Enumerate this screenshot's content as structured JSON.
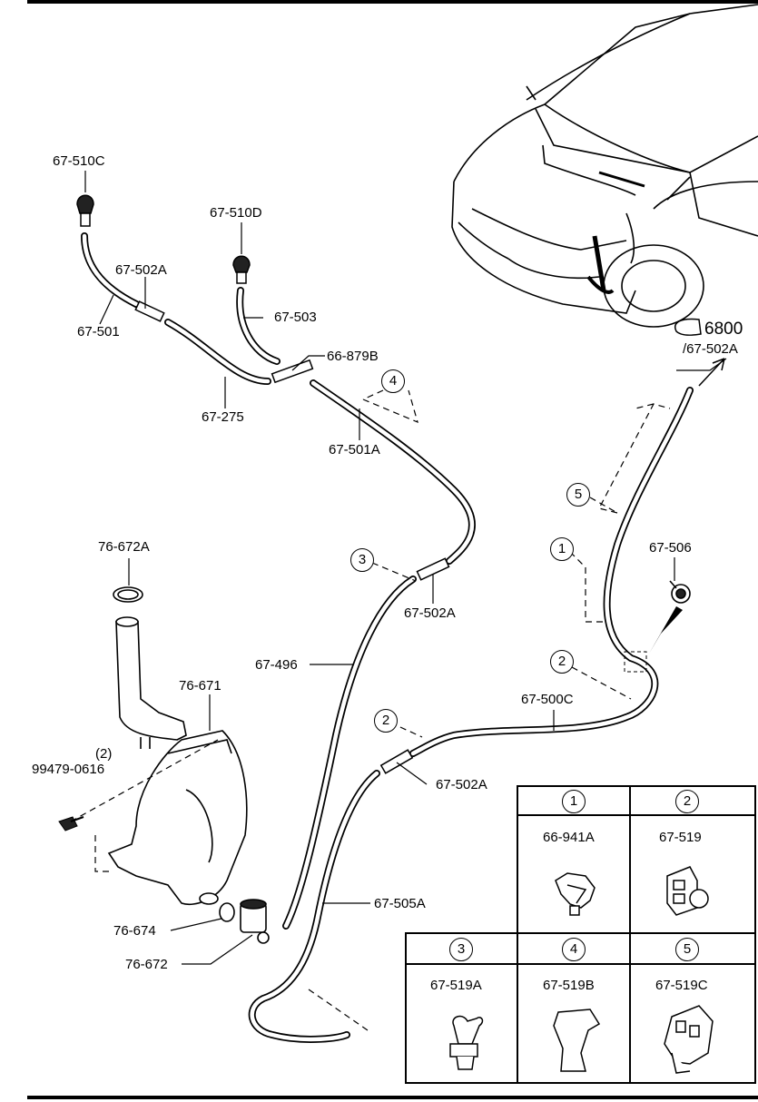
{
  "labels": {
    "p510c": "67-510C",
    "p510d": "67-510D",
    "p502a_1": "67-502A",
    "p501": "67-501",
    "p503": "67-503",
    "p879b": "66-879B",
    "p275": "67-275",
    "p501a": "67-501A",
    "p6800": "6800",
    "p502a_ref": "/67-502A",
    "p672a": "76-672A",
    "p506": "67-506",
    "p502a_2": "67-502A",
    "p496": "67-496",
    "p671": "76-671",
    "p500c": "67-500C",
    "p2qty": "(2)",
    "p99479": "99479-0616",
    "p502a_3": "67-502A",
    "p505a": "67-505A",
    "p674": "76-674",
    "p672": "76-672"
  },
  "callouts": {
    "c1": "1",
    "c2a": "2",
    "c2b": "2",
    "c3": "3",
    "c4": "4",
    "c5": "5"
  },
  "legend": {
    "cells": [
      {
        "num": "1",
        "part": "66-941A"
      },
      {
        "num": "2",
        "part": "67-519"
      },
      {
        "num": "3",
        "part": "67-519A"
      },
      {
        "num": "4",
        "part": "67-519B"
      },
      {
        "num": "5",
        "part": "67-519C"
      }
    ]
  }
}
